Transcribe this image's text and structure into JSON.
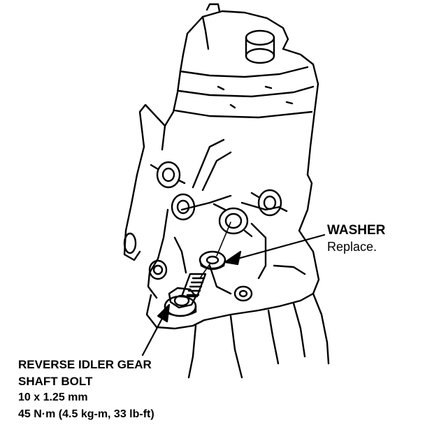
{
  "callouts": {
    "washer": {
      "title": "WASHER",
      "note": "Replace."
    },
    "bolt": {
      "line1": "REVERSE IDLER GEAR",
      "line2": "SHAFT BOLT",
      "spec": "10 x 1.25 mm",
      "torque": "45 N·m (4.5 kg-m, 33 lb-ft)"
    }
  }
}
